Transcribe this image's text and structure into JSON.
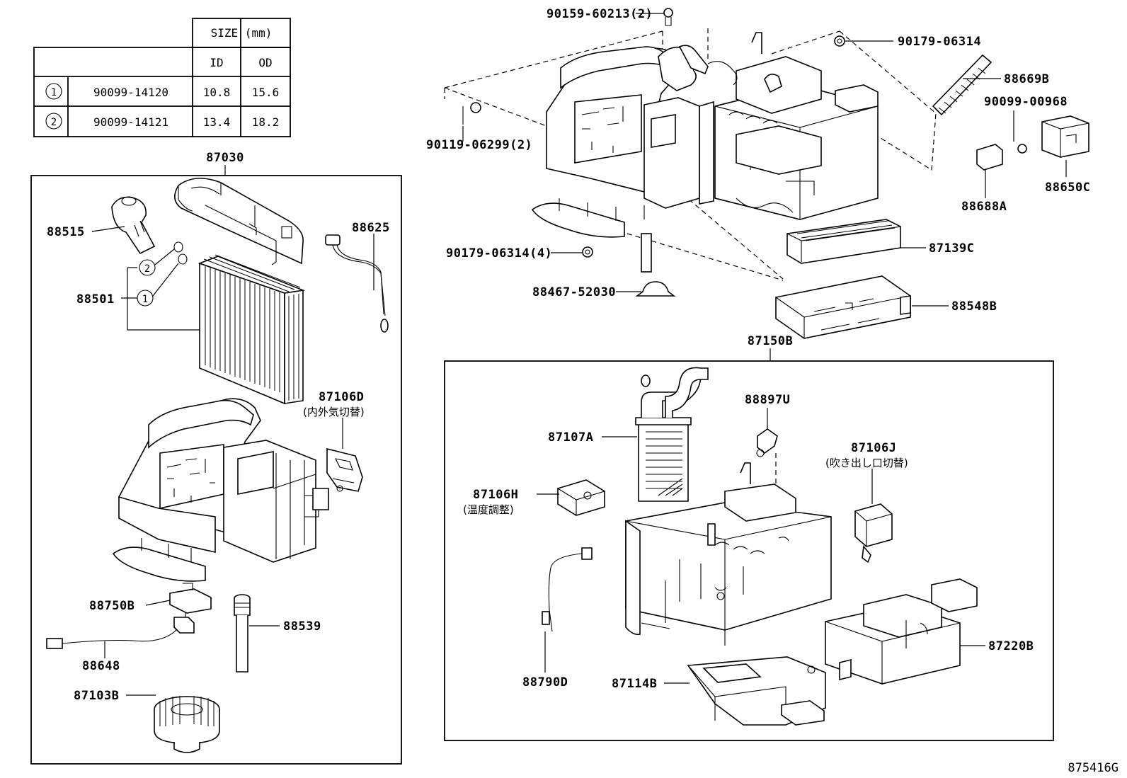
{
  "size_table": {
    "header_size": "SIZE (mm)",
    "header_id": "ID",
    "header_od": "OD",
    "rows": [
      {
        "marker": "1",
        "part": "90099-14120",
        "id": "10.8",
        "od": "15.6"
      },
      {
        "marker": "2",
        "part": "90099-14121",
        "id": "13.4",
        "od": "18.2"
      }
    ]
  },
  "left_group": {
    "assembly": "87030",
    "labels": {
      "p88515": "88515",
      "p88501": "88501",
      "m2": "2",
      "m1": "1",
      "p88625": "88625",
      "p87106D": "87106D",
      "p87106D_sub": "(内外気切替)",
      "p88750B": "88750B",
      "p88539": "88539",
      "p88648": "88648",
      "p87103B": "87103B"
    }
  },
  "top_group": {
    "labels": {
      "p90159": "90159-60213(2)",
      "p90179a": "90179-06314",
      "p88669B": "88669B",
      "p90099": "90099-00968",
      "p90119": "90119-06299(2)",
      "p88650C": "88650C",
      "p88688A": "88688A",
      "p90179b": "90179-06314(4)",
      "p87139C": "87139C",
      "p88467": "88467-52030",
      "p88548B": "88548B"
    }
  },
  "right_group": {
    "assembly": "87150B",
    "labels": {
      "p88897U": "88897U",
      "p87107A": "87107A",
      "p87106J": "87106J",
      "p87106J_sub": "(吹き出し口切替)",
      "p87106H": "87106H",
      "p87106H_sub": "(温度調整)",
      "p88790D": "88790D",
      "p87220B": "87220B",
      "p87114B": "87114B"
    }
  },
  "footer_code": "875416G"
}
